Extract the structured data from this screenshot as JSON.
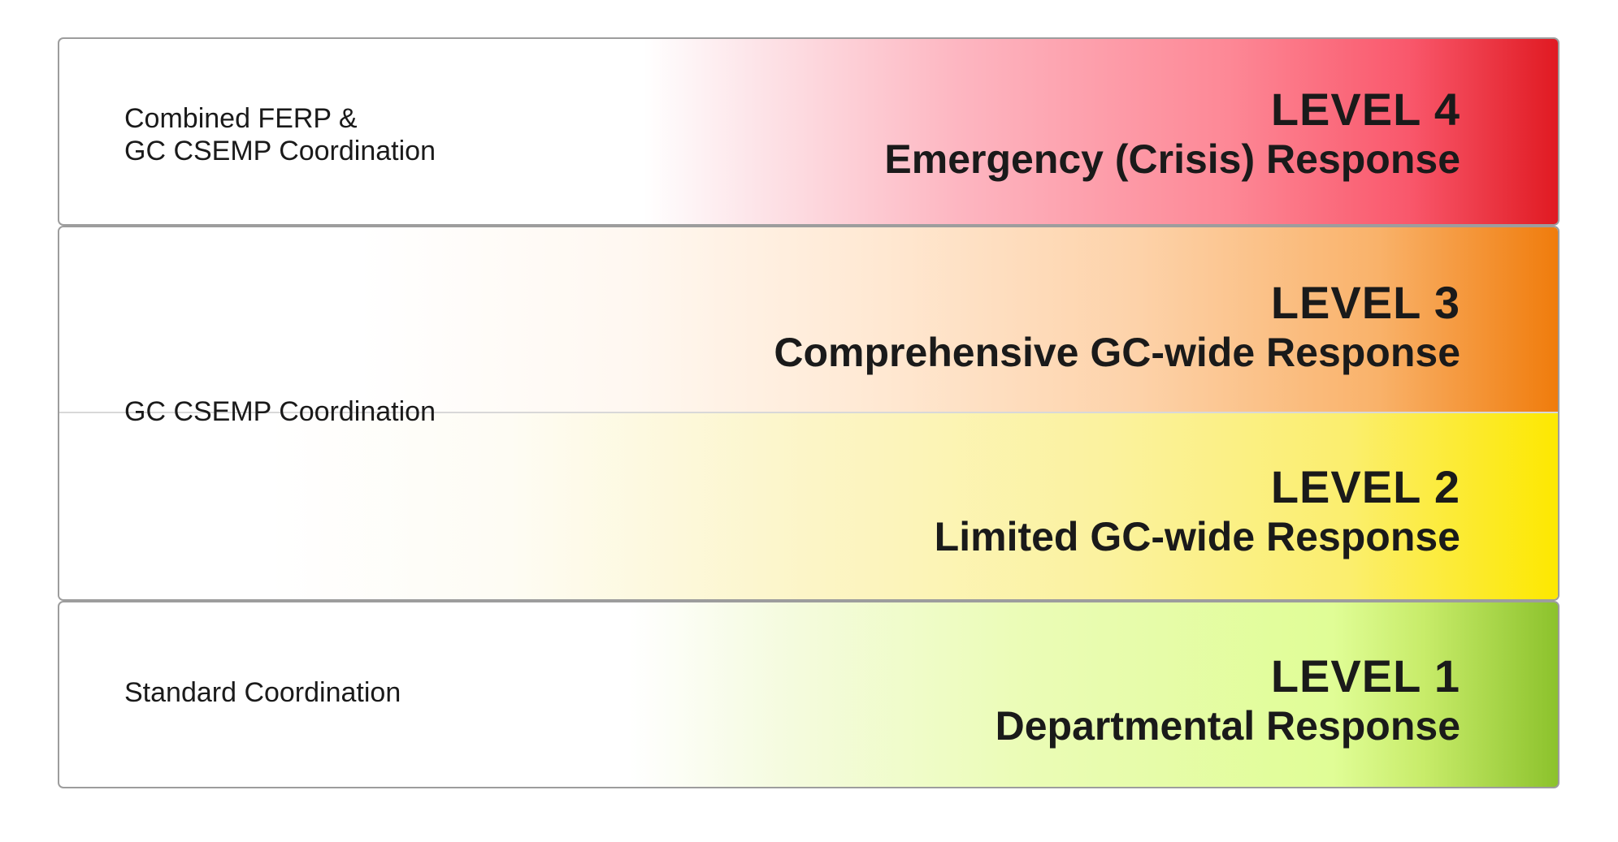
{
  "levels": {
    "level4": {
      "coordination": [
        "Combined FERP &",
        "GC CSEMP Coordination"
      ],
      "title": "LEVEL 4",
      "subtitle": "Emergency (Crisis) Response",
      "color": "#e01a22"
    },
    "level3": {
      "title": "LEVEL 3",
      "subtitle": "Comprehensive GC-wide Response",
      "color": "#f07c0c"
    },
    "level2": {
      "title": "LEVEL 2",
      "subtitle": "Limited GC-wide Response",
      "color": "#fde800"
    },
    "level32_coordination": "GC CSEMP Coordination",
    "level1": {
      "coordination": "Standard Coordination",
      "title": "LEVEL 1",
      "subtitle": "Departmental Response",
      "color": "#8cc22c"
    }
  }
}
